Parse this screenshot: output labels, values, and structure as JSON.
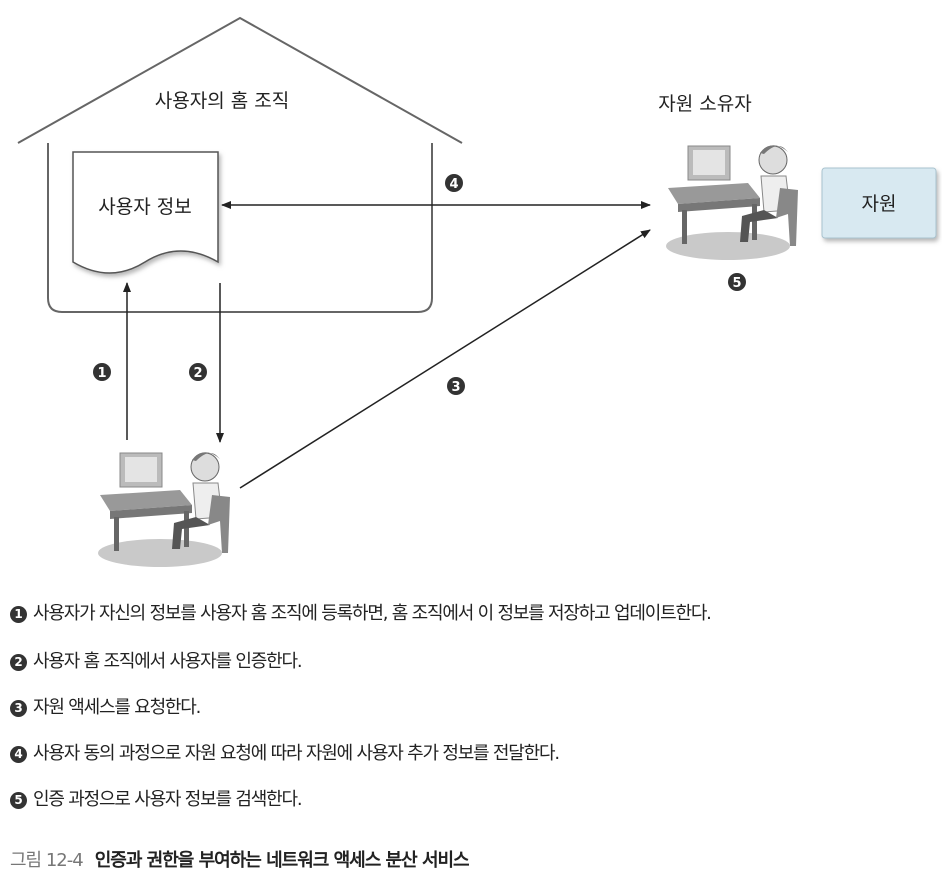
{
  "diagram": {
    "home_org_label": "사용자의 홈 조직",
    "user_info_label": "사용자 정보",
    "resource_owner_label": "자원 소유자",
    "resource_label": "자원",
    "resource_color": "#d8e9f1",
    "markers": [
      "1",
      "2",
      "3",
      "4",
      "5"
    ]
  },
  "steps": [
    {
      "num": "1",
      "text": "사용자가 자신의 정보를 사용자 홈 조직에 등록하면, 홈 조직에서 이 정보를 저장하고 업데이트한다."
    },
    {
      "num": "2",
      "text": "사용자 홈 조직에서 사용자를 인증한다."
    },
    {
      "num": "3",
      "text": "자원 액세스를 요청한다."
    },
    {
      "num": "4",
      "text": "사용자 동의 과정으로 자원 요청에 따라 자원에 사용자 추가 정보를 전달한다."
    },
    {
      "num": "5",
      "text": "인증 과정으로 사용자 정보를 검색한다."
    }
  ],
  "caption": {
    "figure": "그림 12-4",
    "title": "인증과 권한을 부여하는 네트워크 액세스 분산 서비스"
  }
}
